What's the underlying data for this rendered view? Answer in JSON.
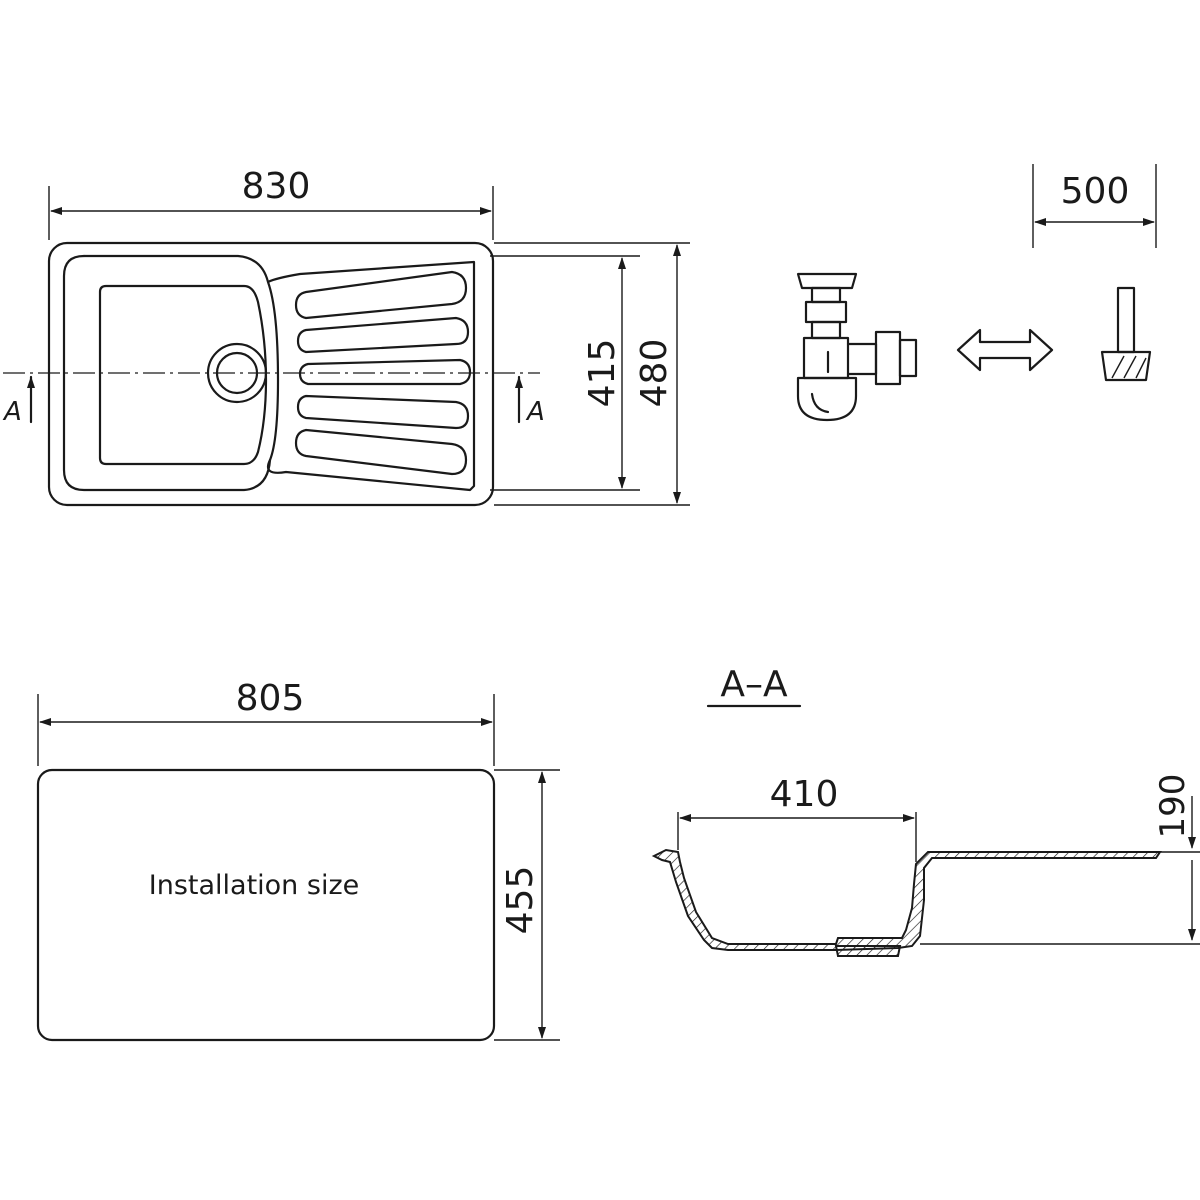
{
  "top_view": {
    "width_label": "830",
    "inner_height_label": "415",
    "outer_height_label": "480",
    "section_mark_left": "A",
    "section_mark_right": "A"
  },
  "siphon_block": {
    "max_height_label": "500",
    "icons": [
      "siphon-icon",
      "double-arrow-icon",
      "drain-plug-icon"
    ]
  },
  "installation": {
    "width_label": "805",
    "height_label": "455",
    "caption": "Installation size"
  },
  "section_aa": {
    "title": "A–A",
    "bowl_width_label": "410",
    "depth_label": "190"
  },
  "colors": {
    "line": "#1a1a1a",
    "background": "#ffffff"
  }
}
